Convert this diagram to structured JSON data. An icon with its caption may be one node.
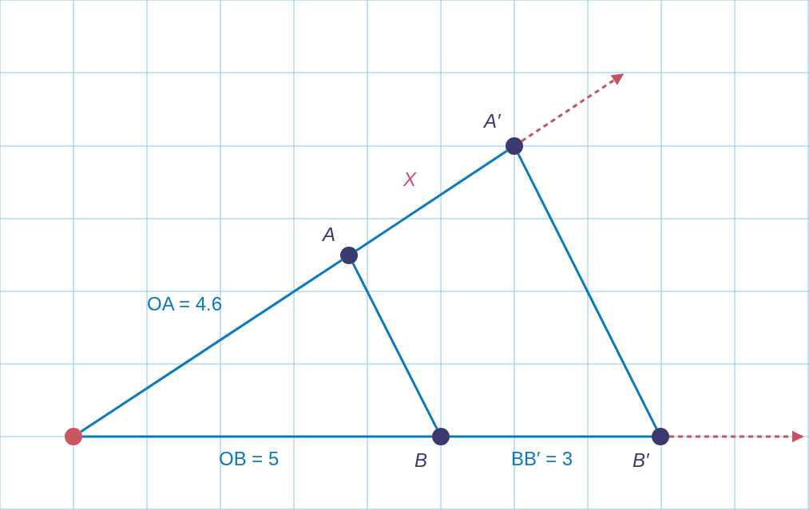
{
  "diagram": {
    "nodes": [
      {
        "text": [],
        "shape": "circle"
      },
      {
        "text": [],
        "shape": "circle",
        "beside": [
          "A"
        ]
      },
      {
        "text": [],
        "shape": "circle",
        "beside": [
          "A′"
        ]
      },
      {
        "text": [],
        "shape": "circle",
        "beside": [
          "B"
        ]
      },
      {
        "text": [],
        "shape": "circle",
        "beside": [
          "B′"
        ]
      }
    ],
    "edges": [
      {
        "from": 0,
        "to": 1,
        "arrow": "none",
        "label": "OA = 4.6"
      },
      {
        "from": 1,
        "to": 2,
        "arrow": "none",
        "label": "X"
      },
      {
        "from": 1,
        "to": 3,
        "arrow": "none"
      },
      {
        "from": 2,
        "to": 4,
        "arrow": "none"
      },
      {
        "from": 0,
        "to": 3,
        "arrow": "none",
        "label": "OB = 5"
      },
      {
        "from": 3,
        "to": 4,
        "arrow": "none",
        "label": "BB′ = 3"
      },
      {
        "from": 2,
        "to": null,
        "arrow": "to",
        "style": "dashed",
        "color": "#c4545f"
      },
      {
        "from": 4,
        "to": null,
        "arrow": "to",
        "style": "dashed",
        "color": "#c4545f"
      }
    ]
  }
}
